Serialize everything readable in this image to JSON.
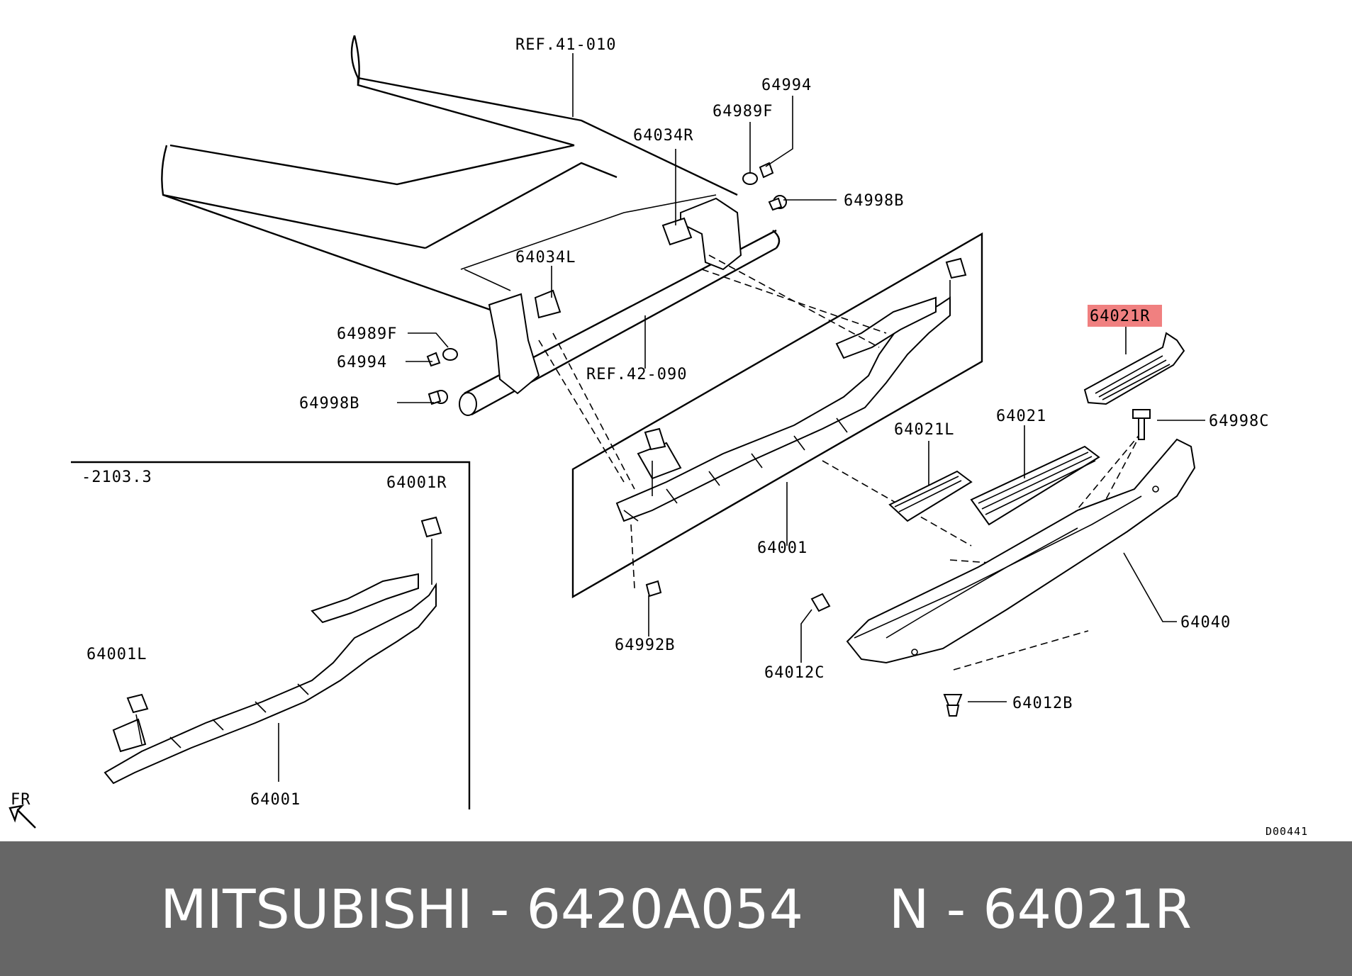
{
  "diagram": {
    "callouts": {
      "ref_41_010": "REF.41-010",
      "p64994_top": "64994",
      "p64989F_top": "64989F",
      "p64034R": "64034R",
      "p64998B_top": "64998B",
      "p64034L": "64034L",
      "p64989F_left": "64989F",
      "p64994_left": "64994",
      "ref_42_090": "REF.42-090",
      "p64998B_left": "64998B",
      "p64021R": "64021R",
      "p64998C": "64998C",
      "p64021L": "64021L",
      "p64021": "64021",
      "p64001_main": "64001",
      "p64992B": "64992B",
      "p64040": "64040",
      "p64012C": "64012C",
      "p64012B": "64012B"
    },
    "inset": {
      "date_code": "-2103.3",
      "p64001R": "64001R",
      "p64001L": "64001L",
      "p64001": "64001"
    },
    "fr_label": "FR",
    "drawing_code": "D00441",
    "highlight_color": "#f08080"
  },
  "footer": {
    "text": "MITSUBISHI - 6420A054     N - 64021R",
    "background": "#666666"
  }
}
